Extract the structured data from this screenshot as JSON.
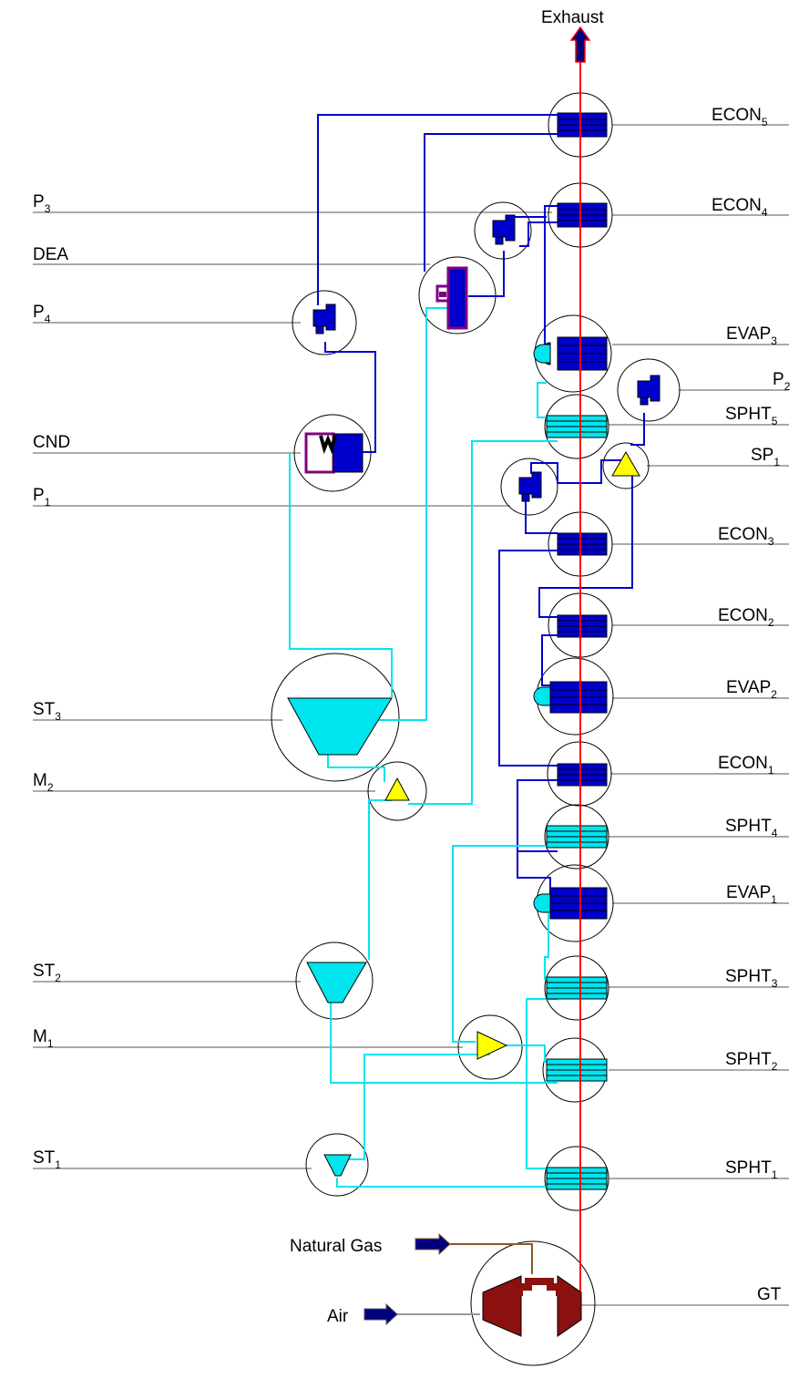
{
  "exhaust_label": "Exhaust",
  "inputs": {
    "natural_gas": "Natural Gas",
    "air": "Air"
  },
  "labels_right": [
    {
      "key": "econ5",
      "base": "ECON",
      "sub": "5"
    },
    {
      "key": "econ4",
      "base": "ECON",
      "sub": "4"
    },
    {
      "key": "evap3",
      "base": "EVAP",
      "sub": "3"
    },
    {
      "key": "p2",
      "base": "P",
      "sub": "2"
    },
    {
      "key": "spht5",
      "base": "SPHT",
      "sub": "5"
    },
    {
      "key": "sp1",
      "base": "SP",
      "sub": "1"
    },
    {
      "key": "econ3",
      "base": "ECON",
      "sub": "3"
    },
    {
      "key": "econ2",
      "base": "ECON",
      "sub": "2"
    },
    {
      "key": "evap2",
      "base": "EVAP",
      "sub": "2"
    },
    {
      "key": "econ1",
      "base": "ECON",
      "sub": "1"
    },
    {
      "key": "spht4",
      "base": "SPHT",
      "sub": "4"
    },
    {
      "key": "evap1",
      "base": "EVAP",
      "sub": "1"
    },
    {
      "key": "spht3",
      "base": "SPHT",
      "sub": "3"
    },
    {
      "key": "spht2",
      "base": "SPHT",
      "sub": "2"
    },
    {
      "key": "spht1",
      "base": "SPHT",
      "sub": "1"
    },
    {
      "key": "gt",
      "base": "GT",
      "sub": ""
    }
  ],
  "labels_left": [
    {
      "key": "p3",
      "base": "P",
      "sub": "3"
    },
    {
      "key": "dea",
      "base": "DEA",
      "sub": ""
    },
    {
      "key": "p4",
      "base": "P",
      "sub": "4"
    },
    {
      "key": "cnd",
      "base": "CND",
      "sub": ""
    },
    {
      "key": "p1",
      "base": "P",
      "sub": "1"
    },
    {
      "key": "st3",
      "base": "ST",
      "sub": "3"
    },
    {
      "key": "m2",
      "base": "M",
      "sub": "2"
    },
    {
      "key": "st2",
      "base": "ST",
      "sub": "2"
    },
    {
      "key": "m1",
      "base": "M",
      "sub": "1"
    },
    {
      "key": "st1",
      "base": "ST",
      "sub": "1"
    }
  ],
  "colors": {
    "gas_path": "#ff0000",
    "water": "#0000cc",
    "steam": "#00e5ee",
    "turbine_gas": "#8b1010",
    "fuel_line": "#8b5a2b",
    "deaerator": "#800080",
    "splitter": "#ffff00",
    "arrow": "#00007f"
  }
}
